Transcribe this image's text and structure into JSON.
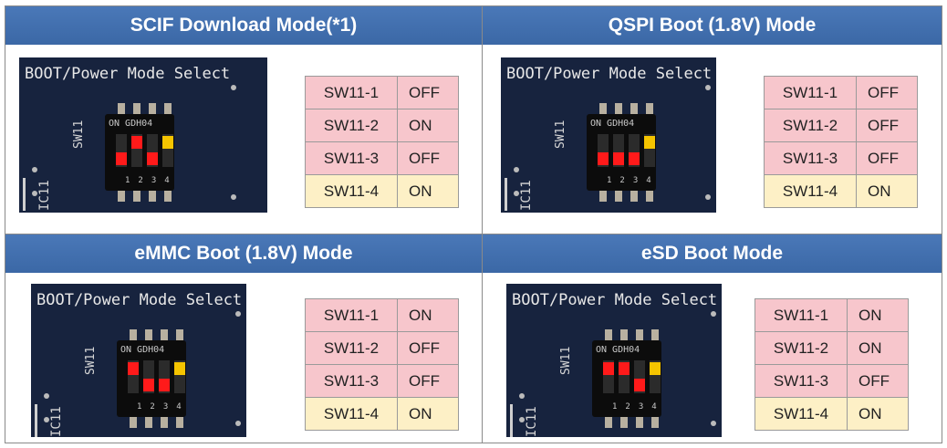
{
  "panels": [
    {
      "title": "SCIF Download Mode(*1)",
      "pcb_label": "BOOT/Power Mode Select",
      "switches": [
        {
          "name": "SW11-1",
          "state": "OFF",
          "on": false
        },
        {
          "name": "SW11-2",
          "state": "ON",
          "on": true
        },
        {
          "name": "SW11-3",
          "state": "OFF",
          "on": false
        },
        {
          "name": "SW11-4",
          "state": "ON",
          "on": true
        }
      ]
    },
    {
      "title": "QSPI Boot (1.8V) Mode",
      "pcb_label": "BOOT/Power Mode Select",
      "switches": [
        {
          "name": "SW11-1",
          "state": "OFF",
          "on": false
        },
        {
          "name": "SW11-2",
          "state": "OFF",
          "on": false
        },
        {
          "name": "SW11-3",
          "state": "OFF",
          "on": false
        },
        {
          "name": "SW11-4",
          "state": "ON",
          "on": true
        }
      ]
    },
    {
      "title": "eMMC Boot (1.8V) Mode",
      "pcb_label": "BOOT/Power Mode Select",
      "switches": [
        {
          "name": "SW11-1",
          "state": "ON",
          "on": true
        },
        {
          "name": "SW11-2",
          "state": "OFF",
          "on": false
        },
        {
          "name": "SW11-3",
          "state": "OFF",
          "on": false
        },
        {
          "name": "SW11-4",
          "state": "ON",
          "on": true
        }
      ]
    },
    {
      "title": "eSD Boot Mode",
      "pcb_label": "BOOT/Power Mode Select",
      "switches": [
        {
          "name": "SW11-1",
          "state": "ON",
          "on": true
        },
        {
          "name": "SW11-2",
          "state": "ON",
          "on": true
        },
        {
          "name": "SW11-3",
          "state": "OFF",
          "on": false
        },
        {
          "name": "SW11-4",
          "state": "ON",
          "on": true
        }
      ]
    }
  ],
  "pcb": {
    "chip_label": "ON GDH04",
    "switch_label": "SW11",
    "switch_numbers": "1234",
    "ic_label": "IC11"
  },
  "colors": {
    "header": "#3f6eae",
    "switch_red": "#ff1a1a",
    "switch_yellow": "#f5c400",
    "row_pink": "#f7c6cc",
    "row_yellow": "#fdf0c6",
    "pcb": "#17233e"
  }
}
